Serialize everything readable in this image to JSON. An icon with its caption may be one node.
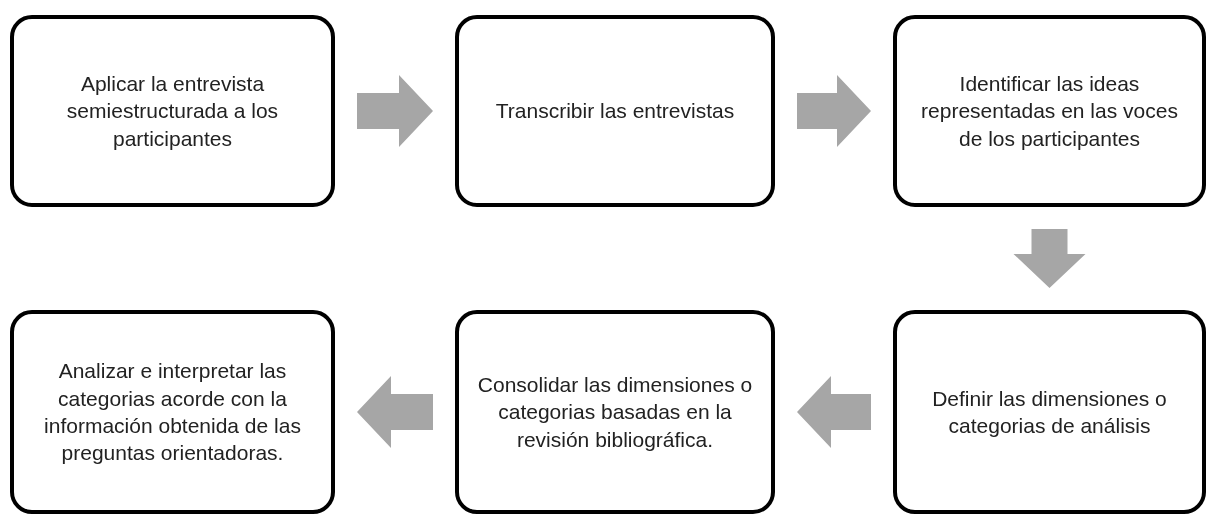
{
  "diagram": {
    "nodes": [
      {
        "text": [
          "Aplicar la entrevista semiestructurada a los participantes"
        ]
      },
      {
        "text": [
          "Transcribir las entrevistas"
        ]
      },
      {
        "text": [
          "Identificar las ideas representadas en las voces de los participantes"
        ]
      },
      {
        "text": [
          "Definir las dimensiones o categorias de análisis"
        ]
      },
      {
        "text": [
          "Consolidar las dimensiones o categorias basadas en la revisión bibliográfica."
        ]
      },
      {
        "text": [
          "Analizar e interpretar las categorias acorde con la información obtenida de las preguntas orientadoras."
        ]
      }
    ],
    "edges": [
      {
        "from": 0,
        "to": 1,
        "arrow": "to"
      },
      {
        "from": 1,
        "to": 2,
        "arrow": "to"
      },
      {
        "from": 2,
        "to": 3,
        "arrow": "to"
      },
      {
        "from": 3,
        "to": 4,
        "arrow": "to"
      },
      {
        "from": 4,
        "to": 5,
        "arrow": "to"
      }
    ]
  }
}
